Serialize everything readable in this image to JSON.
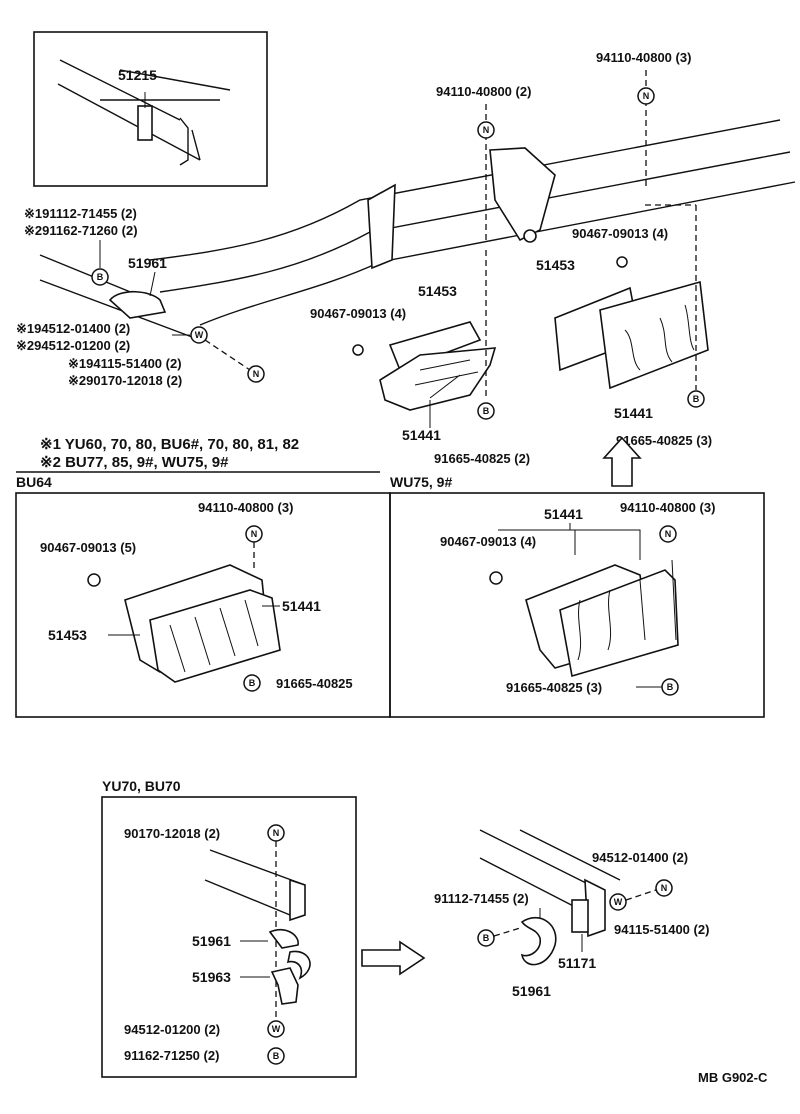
{
  "labels": {
    "inset_part": "51215",
    "nut_a": "94110-40800 (2)",
    "nut_b": "94110-40800 (3)",
    "bolt_a1": "※191112-71455 (2)",
    "bolt_a2": "※291162-71260 (2)",
    "hook": "51961",
    "washer_a1": "※194512-01400 (2)",
    "washer_a2": "※294512-01200 (2)",
    "nut_c1": "※194115-51400 (2)",
    "nut_c2": "※290170-12018 (2)",
    "grommet_a": "90467-09013 (4)",
    "plate_a": "51453",
    "grommet_b": "90467-09013 (4)",
    "plate_b": "51453",
    "guard_a": "51441",
    "bolt_b": "91665-40825 (2)",
    "guard_b": "51441",
    "bolt_c": "91665-40825 (3)"
  },
  "notes": {
    "note1": "※1 YU60, 70, 80, BU6#, 70, 80, 81, 82",
    "note2": "※2 BU77, 85, 9#, WU75, 9#"
  },
  "bu64": {
    "title": "BU64",
    "nut": "94110-40800 (3)",
    "grommet": "90467-09013 (5)",
    "guard": "51441",
    "plate": "51453",
    "bolt": "91665-40825"
  },
  "wu75": {
    "title": "WU75, 9#",
    "guard": "51441",
    "nut": "94110-40800 (3)",
    "grommet": "90467-09013 (4)",
    "bolt": "91665-40825 (3)"
  },
  "yu70": {
    "title": "YU70, BU70",
    "nut": "90170-12018 (2)",
    "hook": "51961",
    "bracket": "51963",
    "washer": "94512-01200 (2)",
    "bolt": "91162-71250 (2)"
  },
  "detail": {
    "washer": "94512-01400 (2)",
    "bolt": "91112-71455 (2)",
    "nut": "94115-51400 (2)",
    "bracket": "51171",
    "hook": "51961"
  },
  "code": "MB G902-C",
  "symbols": {
    "nut": "N",
    "bolt": "B",
    "washer": "W"
  }
}
